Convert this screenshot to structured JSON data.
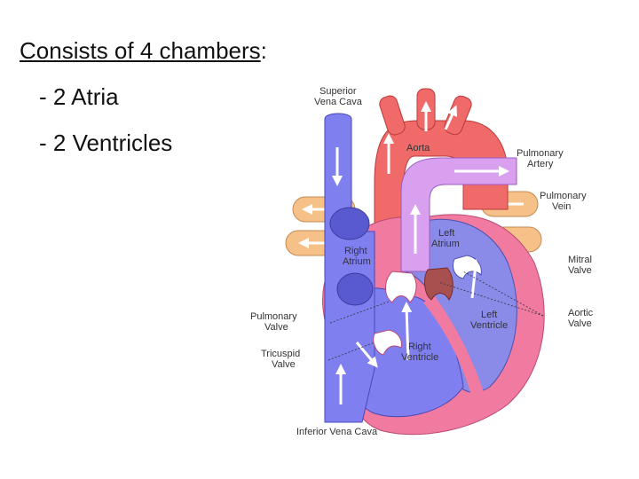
{
  "slide": {
    "heading": "Consists of 4 chambers",
    "heading_suffix": ":",
    "bullets": [
      "- 2 Atria",
      "- 2 Ventricles"
    ]
  },
  "diagram": {
    "labels": {
      "superior_vena_cava": [
        "Superior",
        "Vena Cava"
      ],
      "aorta": "Aorta",
      "pulmonary_artery": [
        "Pulmonary",
        "Artery"
      ],
      "pulmonary_vein": [
        "Pulmonary",
        "Vein"
      ],
      "left_atrium": [
        "Left",
        "Atrium"
      ],
      "right_atrium": [
        "Right",
        "Atrium"
      ],
      "mitral_valve": [
        "Mitral",
        "Valve"
      ],
      "pulmonary_valve": [
        "Pulmonary",
        "Valve"
      ],
      "aortic_valve": [
        "Aortic",
        "Valve"
      ],
      "left_ventricle": [
        "Left",
        "Ventricle"
      ],
      "right_ventricle": [
        "Right",
        "Ventricle"
      ],
      "tricuspid_valve": [
        "Tricuspid",
        "Valve"
      ],
      "inferior_vena_cava": "Inferior Vena Cava"
    },
    "colors": {
      "deoxygenated": "#7f7ff0",
      "oxygenated": "#f06a6a",
      "pulmonary_artery": "#d9a0f0",
      "pulmonary_vein": "#f6c089",
      "heart_wall": "#f07aa0"
    }
  }
}
